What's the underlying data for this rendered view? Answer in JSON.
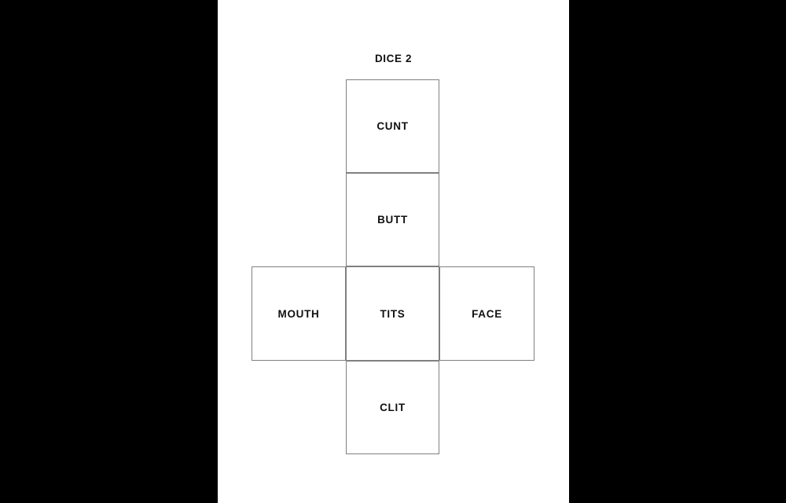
{
  "page": {
    "background_color": "#000000",
    "sheet_color": "#ffffff",
    "border_color": "#808080",
    "text_color": "#111111"
  },
  "title": {
    "text": "DICE 2"
  },
  "net": {
    "type": "cube-net-cross",
    "faces": [
      {
        "position": "top",
        "label": "CUNT"
      },
      {
        "position": "upper",
        "label": "BUTT"
      },
      {
        "position": "left",
        "label": "MOUTH"
      },
      {
        "position": "center",
        "label": "TITS"
      },
      {
        "position": "right",
        "label": "FACE"
      },
      {
        "position": "bottom",
        "label": "CLIT"
      }
    ]
  }
}
